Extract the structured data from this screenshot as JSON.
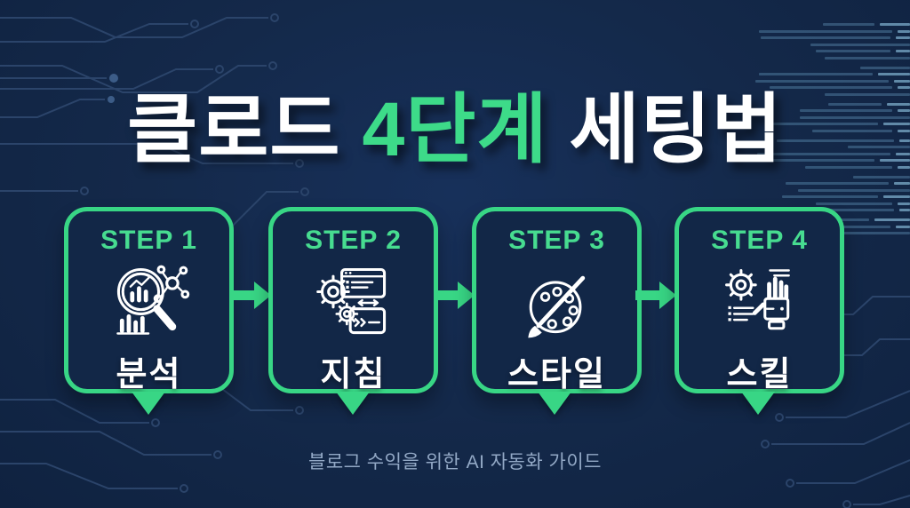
{
  "title": {
    "part1": "클로드",
    "part2": "4단계",
    "part3": "세팅법"
  },
  "steps": [
    {
      "step_label": "STEP 1",
      "name": "분석",
      "icon": "analysis-magnifier-chart-icon"
    },
    {
      "step_label": "STEP 2",
      "name": "지침",
      "icon": "gears-code-windows-icon"
    },
    {
      "step_label": "STEP 3",
      "name": "스타일",
      "icon": "palette-brush-icon"
    },
    {
      "step_label": "STEP 4",
      "name": "스킬",
      "icon": "gear-robot-hand-icon"
    }
  ],
  "caption": "블로그 수익을 위한 AI 자동화 가이드",
  "colors": {
    "background_navy": "#14294a",
    "accent_green": "#38d685",
    "title_white": "#ffffff",
    "caption_gray": "#93a9c6"
  }
}
